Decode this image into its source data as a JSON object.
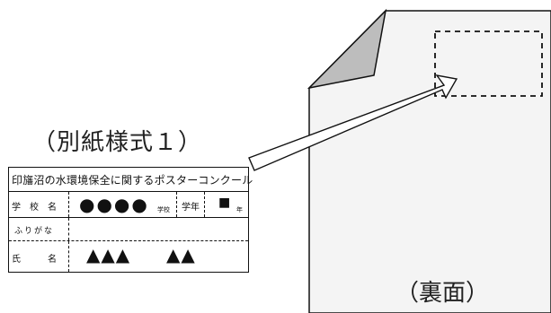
{
  "form_caption": "（別紙様式１）",
  "back_caption": "（裏面）",
  "form": {
    "title": "印旛沼の水環境保全に関するポスターコンクール",
    "school_label": "学　校　名",
    "school_value": "●●●●",
    "school_suffix": "学校",
    "grade_label": "学年",
    "grade_value": "■",
    "grade_suffix": "年",
    "furigana_label": "ふりがな",
    "name_label": "氏　　　名",
    "name_value_family": "▲▲▲",
    "name_value_given": "▲▲"
  },
  "colors": {
    "line": "#111111",
    "fold": "#bdbdbd",
    "arrow_fill": "#ffffff"
  }
}
